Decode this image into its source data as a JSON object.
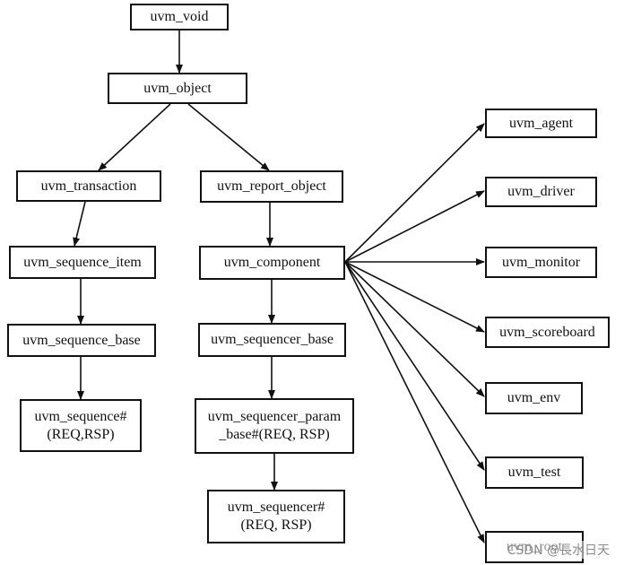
{
  "diagram": {
    "nodes": {
      "uvm_void": "uvm_void",
      "uvm_object": "uvm_object",
      "uvm_transaction": "uvm_transaction",
      "uvm_report_object": "uvm_report_object",
      "uvm_sequence_item": "uvm_sequence_item",
      "uvm_component": "uvm_component",
      "uvm_sequence_base": "uvm_sequence_base",
      "uvm_sequencer_base": "uvm_sequencer_base",
      "uvm_sequence_line1": "uvm_sequence#",
      "uvm_sequence_line2": "(REQ,RSP)",
      "uvm_sequencer_param_line1": "uvm_sequencer_param",
      "uvm_sequencer_param_line2": "_base#(REQ, RSP)",
      "uvm_sequencer_line1": "uvm_sequencer#",
      "uvm_sequencer_line2": "(REQ, RSP)",
      "uvm_agent": "uvm_agent",
      "uvm_driver": "uvm_driver",
      "uvm_monitor": "uvm_monitor",
      "uvm_scoreboard": "uvm_scoreboard",
      "uvm_env": "uvm_env",
      "uvm_test": "uvm_test",
      "uvm_root": "uvm_root"
    },
    "edges": [
      [
        "uvm_void",
        "uvm_object"
      ],
      [
        "uvm_object",
        "uvm_transaction"
      ],
      [
        "uvm_object",
        "uvm_report_object"
      ],
      [
        "uvm_transaction",
        "uvm_sequence_item"
      ],
      [
        "uvm_sequence_item",
        "uvm_sequence_base"
      ],
      [
        "uvm_sequence_base",
        "uvm_sequence"
      ],
      [
        "uvm_report_object",
        "uvm_component"
      ],
      [
        "uvm_component",
        "uvm_sequencer_base"
      ],
      [
        "uvm_sequencer_base",
        "uvm_sequencer_param_base"
      ],
      [
        "uvm_sequencer_param_base",
        "uvm_sequencer"
      ],
      [
        "uvm_component",
        "uvm_agent"
      ],
      [
        "uvm_component",
        "uvm_driver"
      ],
      [
        "uvm_component",
        "uvm_monitor"
      ],
      [
        "uvm_component",
        "uvm_scoreboard"
      ],
      [
        "uvm_component",
        "uvm_env"
      ],
      [
        "uvm_component",
        "uvm_test"
      ],
      [
        "uvm_component",
        "uvm_root"
      ]
    ]
  },
  "watermark": "CSDN @長水日天",
  "colors": {
    "line": "#111111",
    "box_border": "#111111",
    "watermark": "#8a8a8a"
  }
}
